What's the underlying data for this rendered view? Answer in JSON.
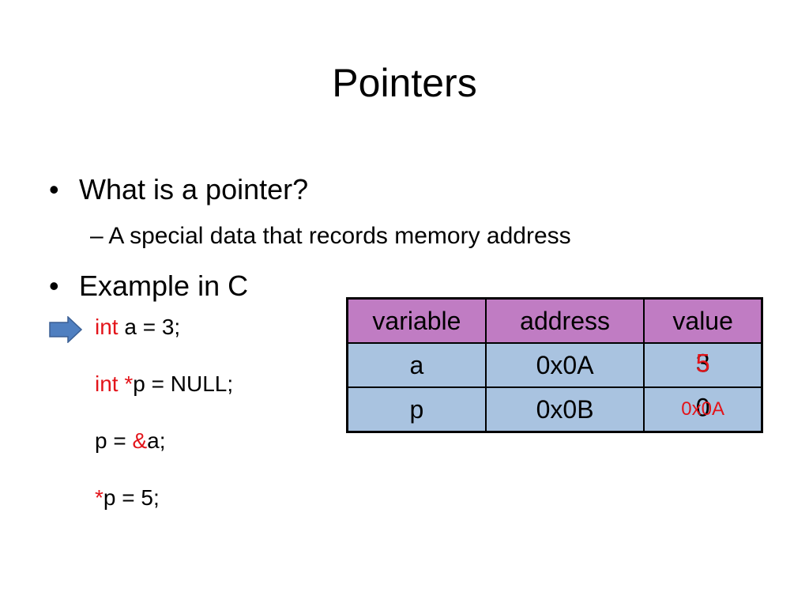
{
  "slide": {
    "title": "Pointers",
    "bullets": [
      {
        "text": "What is a pointer?"
      },
      {
        "text": "Example in C"
      }
    ],
    "subbullet": {
      "dash": "–",
      "text": "A special data that records memory address"
    },
    "bullet_symbol": "•",
    "current_line_indicator": "arrow-right-icon"
  },
  "code": [
    {
      "keyword": "int",
      "star": "",
      "rest": " a = 3;"
    },
    {
      "keyword": "int",
      "star": " *",
      "rest": "p = NULL;"
    },
    {
      "before": "p = ",
      "op": "&",
      "after": "a;"
    },
    {
      "op": "*",
      "after": "p = 5;"
    }
  ],
  "memory_table": {
    "headers": [
      "variable",
      "address",
      "value"
    ],
    "rows": [
      {
        "variable": "a",
        "address": "0x0A",
        "old_value": "3",
        "new_value": "5"
      },
      {
        "variable": "p",
        "address": "0x0B",
        "old_value": "0",
        "new_value": "0x0A"
      }
    ]
  },
  "colors": {
    "keyword": "#e3141a",
    "header_fill": "#c07cc3",
    "cell_fill": "#a9c3e0",
    "arrow_fill": "#4f7fc0"
  }
}
